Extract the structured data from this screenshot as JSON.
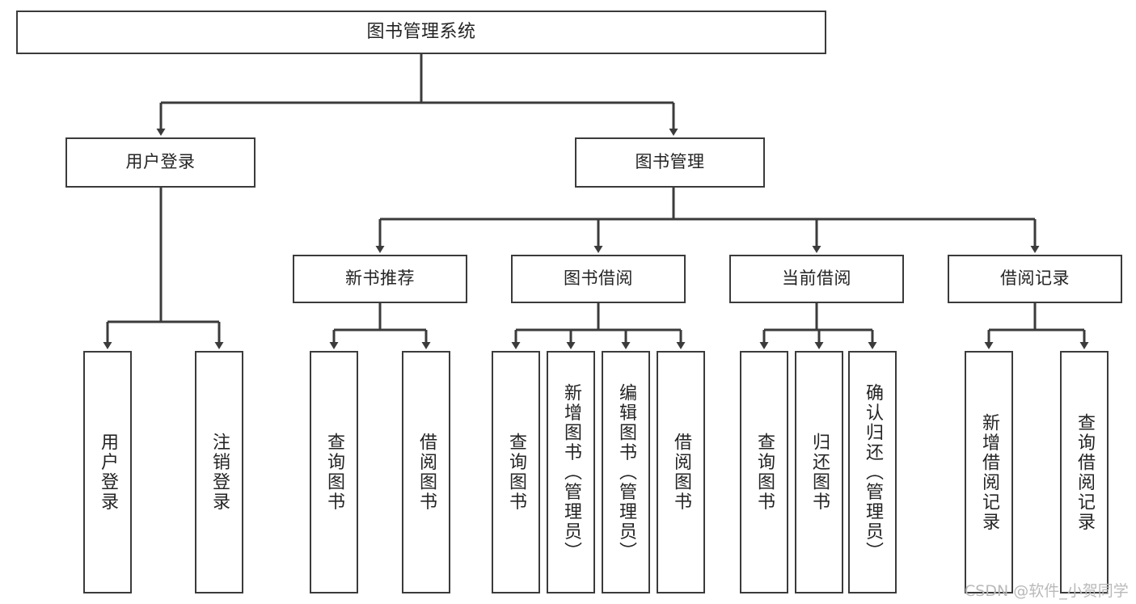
{
  "diagram": {
    "title": "图书管理系统",
    "type": "tree-hierarchy-chart",
    "colors": {
      "node_border": "#3b3b3b",
      "node_fill": "#ffffff",
      "edge": "#3b3b3b",
      "text": "#242424",
      "background": "#ffffff",
      "watermark": "#b9b9b9"
    }
  },
  "root": {
    "label": "图书管理系统"
  },
  "level2": [
    {
      "label": "用户登录"
    },
    {
      "label": "图书管理"
    }
  ],
  "level3": [
    {
      "label": "新书推荐"
    },
    {
      "label": "图书借阅"
    },
    {
      "label": "当前借阅"
    },
    {
      "label": "借阅记录"
    }
  ],
  "leaves": {
    "user_login": [
      {
        "label": "用户登录"
      },
      {
        "label": "注销登录"
      }
    ],
    "new_book_recommend": [
      {
        "label": "查询图书"
      },
      {
        "label": "借阅图书"
      }
    ],
    "book_borrow": [
      {
        "label": "查询图书"
      },
      {
        "label": "新增图书（管理员）"
      },
      {
        "label": "编辑图书（管理员）"
      },
      {
        "label": "借阅图书"
      }
    ],
    "current_borrow": [
      {
        "label": "查询图书"
      },
      {
        "label": "归还图书"
      },
      {
        "label": "确认归还（管理员）"
      }
    ],
    "borrow_record": [
      {
        "label": "新增借阅记录"
      },
      {
        "label": "查询借阅记录"
      }
    ]
  },
  "watermark": {
    "text": "CSDN @软件_小贺同学"
  }
}
